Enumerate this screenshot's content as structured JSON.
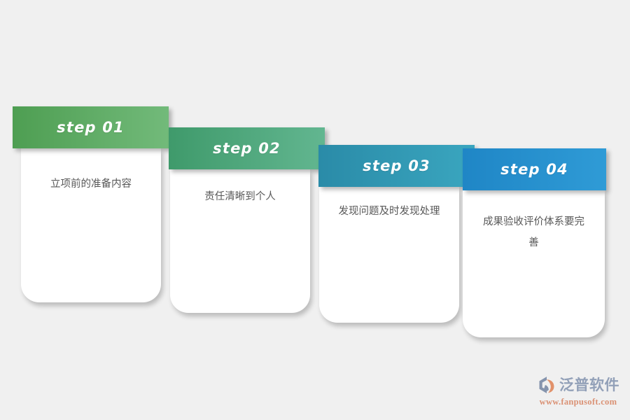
{
  "background_color": "#f0f0f0",
  "steps": [
    {
      "id": "step-1",
      "label": "step 01",
      "text": "立项前的准备内容",
      "gradient_from": "#4e9e52",
      "gradient_to": "#72ba7a"
    },
    {
      "id": "step-2",
      "label": "step 02",
      "text": "责任清晰到个人",
      "gradient_from": "#3f9a6b",
      "gradient_to": "#62b690"
    },
    {
      "id": "step-3",
      "label": "step 03",
      "text": "发现问题及时发现处理",
      "gradient_from": "#2a8ba8",
      "gradient_to": "#3aa6bf"
    },
    {
      "id": "step-4",
      "label": "step 04",
      "text": "成果验收评价体系要完善",
      "gradient_from": "#1f86c6",
      "gradient_to": "#2f9bd6"
    }
  ],
  "watermark": {
    "brand": "泛普软件",
    "url": "www.fanpusoft.com",
    "brand_color": "#8b9ab4",
    "url_color": "#d98a6a",
    "mark_color": "#7d8da8",
    "mark_accent_color": "#e08a5f"
  }
}
